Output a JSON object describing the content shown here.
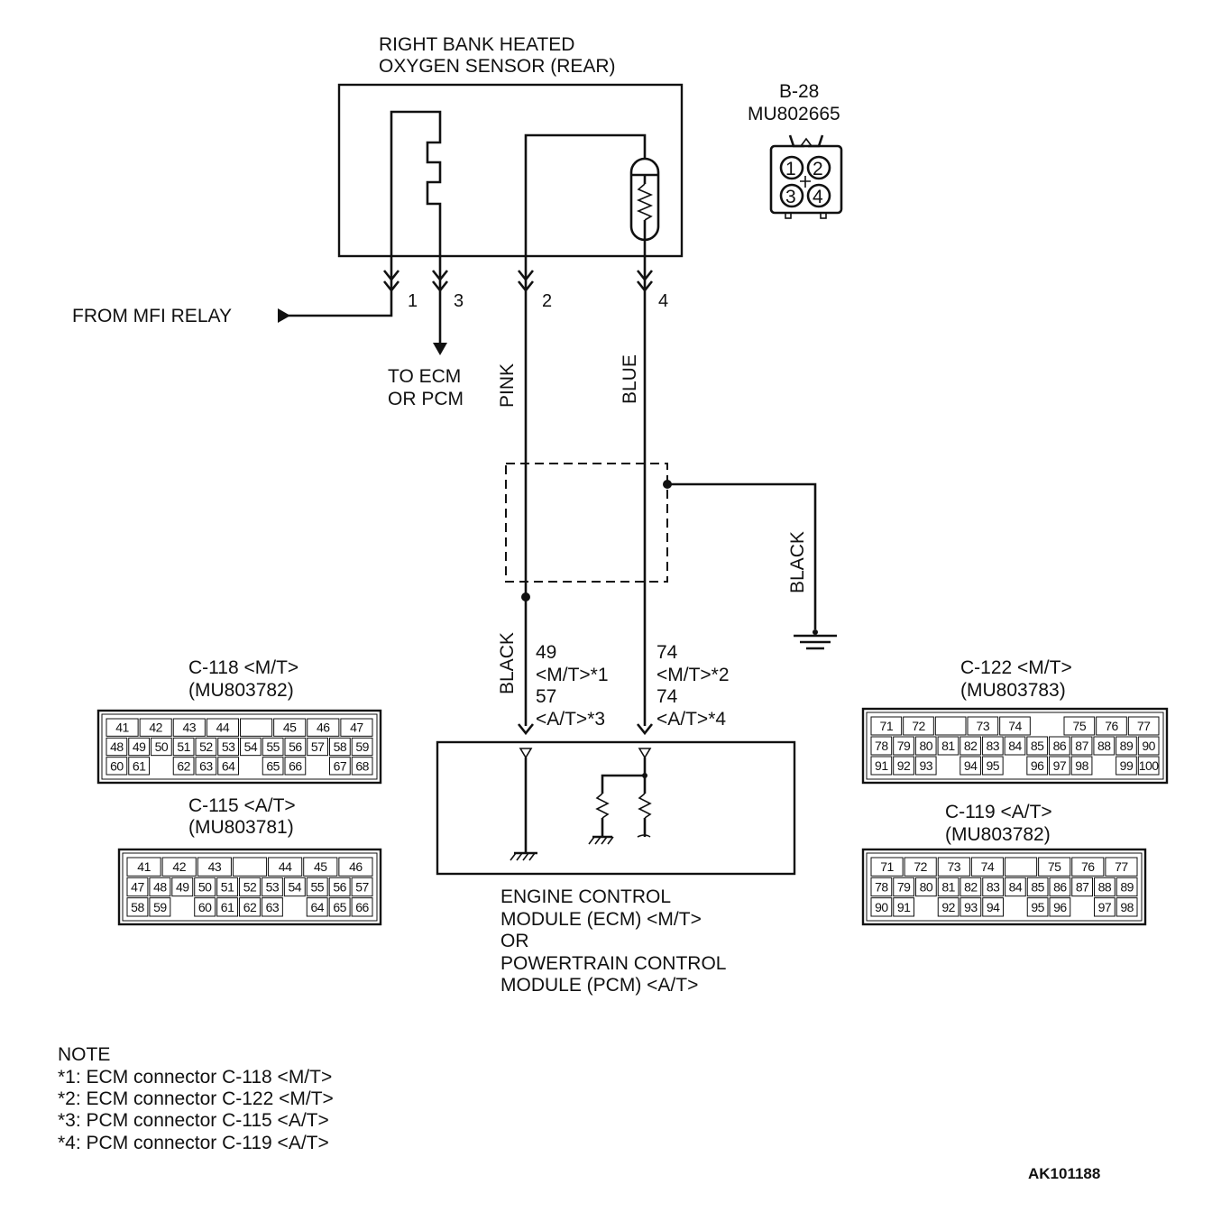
{
  "sensor": {
    "title_1": "RIGHT BANK HEATED",
    "title_2": "OXYGEN SENSOR (REAR)"
  },
  "connector_b28": {
    "id": "B-28",
    "part": "MU802665",
    "pins": [
      "1",
      "2",
      "3",
      "4"
    ]
  },
  "pins": {
    "p1": "1",
    "p3": "3",
    "p2": "2",
    "p4": "4"
  },
  "from_relay": "FROM MFI RELAY",
  "to_ecm": {
    "line1": "TO ECM",
    "line2": "OR PCM"
  },
  "wire_colors": {
    "pink": "PINK",
    "blue": "BLUE",
    "black_ground": "BLACK",
    "black_shield": "BLACK"
  },
  "terminals_left": {
    "l1": "49",
    "l2": "<M/T>*1",
    "l3": "57",
    "l4": "<A/T>*3"
  },
  "terminals_right": {
    "l1": "74",
    "l2": "<M/T>*2",
    "l3": "74",
    "l4": "<A/T>*4"
  },
  "module": {
    "line1": "ENGINE CONTROL",
    "line2": "MODULE (ECM) <M/T>",
    "line3": "OR",
    "line4": "POWERTRAIN CONTROL",
    "line5": "MODULE (PCM) <A/T>"
  },
  "connectors": {
    "c118": {
      "title": "C-118 <M/T>",
      "part": "(MU803782)",
      "rows": [
        [
          "41",
          "42",
          "43",
          "44",
          "",
          "45",
          "46",
          "47"
        ],
        [
          "48",
          "49",
          "50",
          "51",
          "52",
          "53",
          "54",
          "55",
          "56",
          "57",
          "58",
          "59"
        ],
        [
          "60",
          "61",
          "",
          "62",
          "63",
          "64",
          "",
          "65",
          "66",
          "",
          "67",
          "68"
        ]
      ]
    },
    "c115": {
      "title": "C-115 <A/T>",
      "part": "(MU803781)",
      "rows": [
        [
          "41",
          "42",
          "43",
          "",
          "44",
          "45",
          "46"
        ],
        [
          "47",
          "48",
          "49",
          "50",
          "51",
          "52",
          "53",
          "54",
          "55",
          "56",
          "57"
        ],
        [
          "58",
          "59",
          "",
          "60",
          "61",
          "62",
          "63",
          "",
          "64",
          "65",
          "66"
        ]
      ]
    },
    "c122": {
      "title": "C-122 <M/T>",
      "part": "(MU803783)",
      "rows": [
        [
          "71",
          "72",
          "",
          "73",
          "74",
          "",
          "75",
          "76",
          "77"
        ],
        [
          "78",
          "79",
          "80",
          "81",
          "82",
          "83",
          "84",
          "85",
          "86",
          "87",
          "88",
          "89",
          "90"
        ],
        [
          "91",
          "92",
          "93",
          "",
          "94",
          "95",
          "",
          "96",
          "97",
          "98",
          "",
          "99",
          "100"
        ]
      ]
    },
    "c119": {
      "title": "C-119 <A/T>",
      "part": "(MU803782)",
      "rows": [
        [
          "71",
          "72",
          "73",
          "74",
          "",
          "75",
          "76",
          "77"
        ],
        [
          "78",
          "79",
          "80",
          "81",
          "82",
          "83",
          "84",
          "85",
          "86",
          "87",
          "88",
          "89"
        ],
        [
          "90",
          "91",
          "",
          "92",
          "93",
          "94",
          "",
          "95",
          "96",
          "",
          "97",
          "98"
        ]
      ]
    }
  },
  "note": {
    "title": "NOTE",
    "n1": "*1: ECM connector C-118 <M/T>",
    "n2": "*2: ECM connector C-122 <M/T>",
    "n3": "*3: PCM connector C-115 <A/T>",
    "n4": "*4: PCM connector C-119 <A/T>"
  },
  "figure_code": "AK101188"
}
